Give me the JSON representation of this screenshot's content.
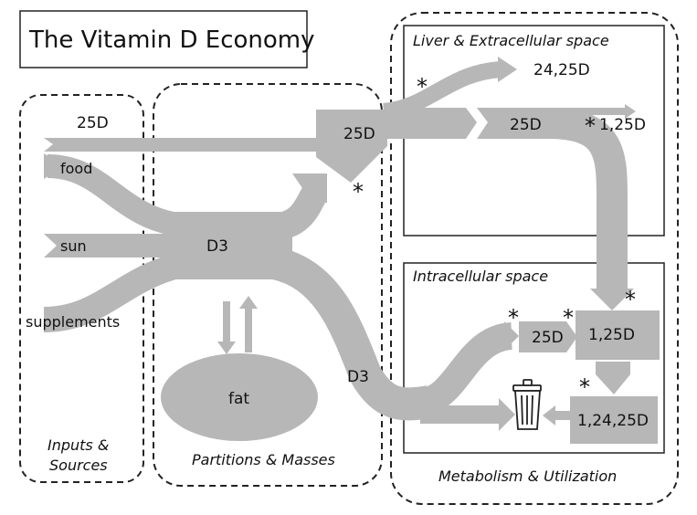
{
  "title": "The Vitamin D Economy",
  "regions": {
    "inputs": "Inputs &",
    "inputs2": "Sources",
    "partitions": "Partitions & Masses",
    "metabolism": "Metabolism & Utilization",
    "liver": "Liver & Extracellular space",
    "intracellular": "Intracellular space"
  },
  "sources": {
    "in25d": "25D",
    "food": "food",
    "sun": "sun",
    "supplements": "supplements"
  },
  "nodes": {
    "d3": "D3",
    "fat": "fat",
    "d3_lower": "D3",
    "d25_mid": "25D",
    "d2425": "24,25D",
    "d25_liver": "25D",
    "d125_liver": "1,25D",
    "d25_intra": "25D",
    "d125_intra": "1,25D",
    "d12425": "1,24,25D"
  },
  "marker": "*"
}
